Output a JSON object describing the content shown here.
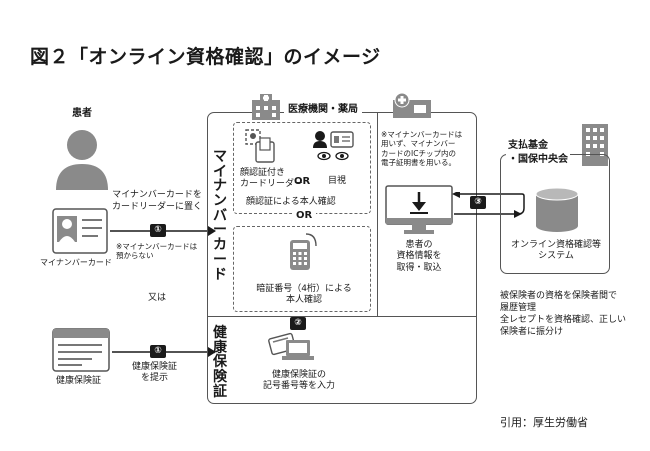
{
  "title": "図２「オンライン資格確認」のイメージ",
  "patient": {
    "label": "患者"
  },
  "left": {
    "mynumber_place": "マイナンバーカードを\nカードリーダーに置く",
    "mynumber_note": "※マイナンバーカードは\n預からない",
    "mynumber_card": "マイナンバーカード",
    "or_label": "又は",
    "insurance_card": "健康保険証",
    "insurance_present": "健康保険証\nを提示"
  },
  "badges": {
    "one_a": "①",
    "one_b": "①",
    "two": "②",
    "three": "③"
  },
  "facility": {
    "title": "医療機関・薬局",
    "mynumber_vertical": "マイナンバーカード",
    "insurance_vertical": "健康保険証",
    "face_reader": "顔認証付き\nカードリーダー",
    "or1": "OR",
    "visual_check": "目視",
    "or2": "OR",
    "face_auth": "顔認証による本人確認",
    "pin_auth": "暗証番号（4桁）による\n本人確認",
    "insurance_input": "健康保険証の\n記号番号等を入力",
    "ic_note": "※マイナンバーカードは\n用いず、マイナンバー\nカードのICチップ内の\n電子証明書を用いる。",
    "patient_info": "患者の\n資格情報を\n取得・取込"
  },
  "fund": {
    "title": "支払基金\n・国保中央会",
    "system": "オンライン資格確認等\nシステム",
    "note": "被保険者の資格を保険者間で\n履歴管理\n全レセプトを資格確認、正しい\n保険者に振分け"
  },
  "source": "引用：厚生労働省",
  "colors": {
    "dark": "#1a1a1a",
    "gray": "#8a8a8a",
    "line": "#555555"
  }
}
